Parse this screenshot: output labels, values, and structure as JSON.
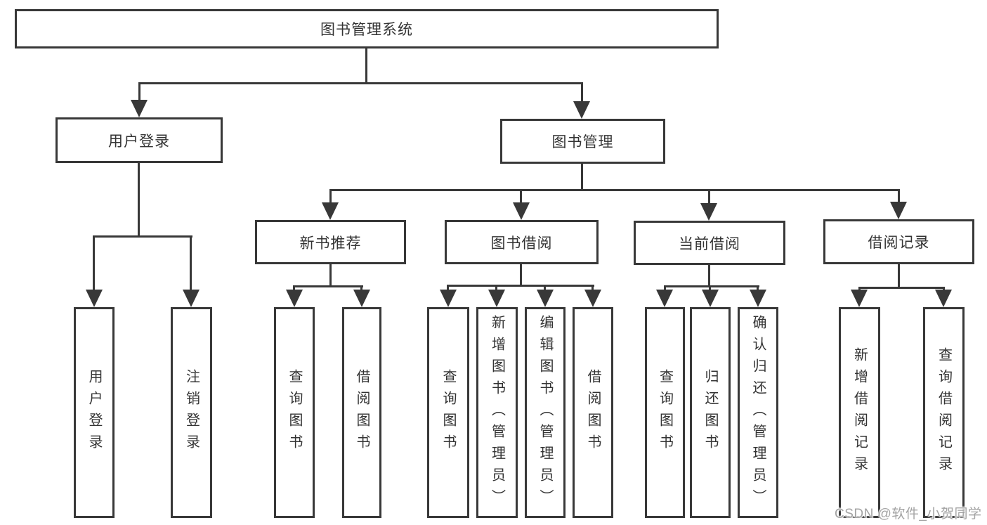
{
  "colors": {
    "line": "#383838",
    "box_border": "#383838",
    "text": "#333333",
    "background": "#ffffff",
    "watermark_text": "#a3a3a3"
  },
  "tree": {
    "root": "图书管理系统",
    "branches": [
      {
        "label": "用户登录",
        "children": [
          "用户登录",
          "注销登录"
        ]
      },
      {
        "label": "图书管理",
        "groups": [
          {
            "label": "新书推荐",
            "children": [
              "查询图书",
              "借阅图书"
            ]
          },
          {
            "label": "图书借阅",
            "children": [
              "查询图书",
              "新增图书（管理员）",
              "编辑图书（管理员）",
              "借阅图书"
            ]
          },
          {
            "label": "当前借阅",
            "children": [
              "查询图书",
              "归还图书",
              "确认归还（管理员）"
            ]
          },
          {
            "label": "借阅记录",
            "children": [
              "新增借阅记录",
              "查询借阅记录"
            ]
          }
        ]
      }
    ]
  },
  "watermark": "CSDN @软件_小贺同学"
}
